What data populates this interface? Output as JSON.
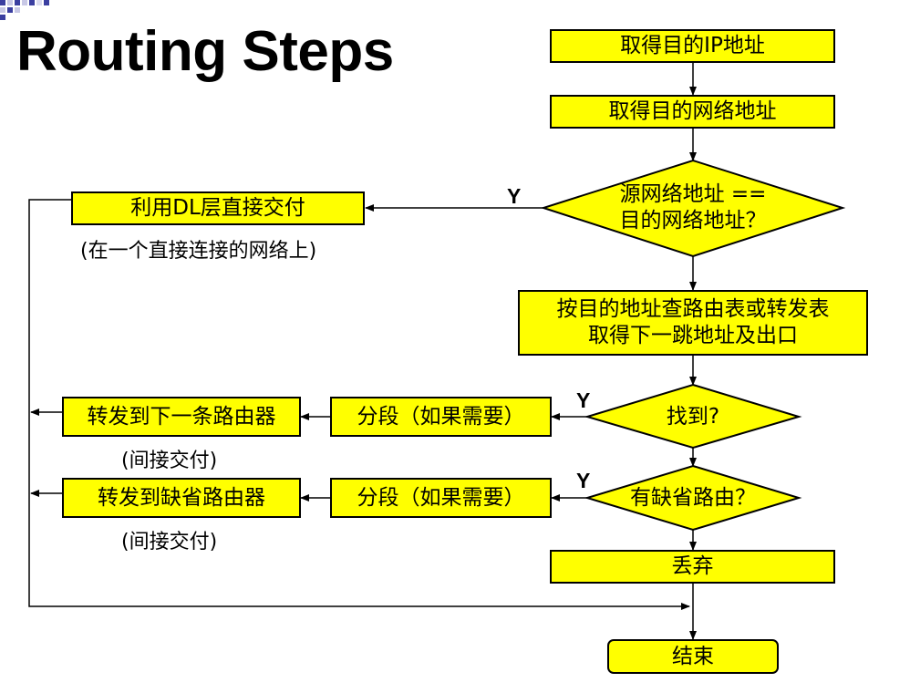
{
  "title": "Routing Steps",
  "steps": {
    "get_dest_ip": "取得目的IP地址",
    "get_dest_net": "取得目的网络地址",
    "same_net_question_1": "源网络地址 ==",
    "same_net_question_2": "目的网络地址？",
    "lookup_table_1": "按目的地址查路由表或转发表",
    "lookup_table_2": "取得下一跳地址及出口",
    "found_question": "找到?",
    "default_route_question": "有缺省路由？",
    "discard": "丢弃",
    "end": "结束",
    "deliver_dl": "利用DL层直接交付",
    "deliver_dl_note": "(在一个直接连接的网络上)",
    "fragment_1": "分段（如果需要）",
    "fragment_2": "分段（如果需要）",
    "forward_next_router": "转发到下一条路由器",
    "forward_next_note": "(间接交付)",
    "forward_default_router": "转发到缺省路由器",
    "forward_default_note": "(间接交付)"
  },
  "branch_labels": {
    "same_net_yes": "Y",
    "found_yes": "Y",
    "default_yes": "Y"
  },
  "colors": {
    "box_fill": "#ffff00",
    "stroke": "#000000",
    "accent_deco": "#3b3fa0"
  }
}
